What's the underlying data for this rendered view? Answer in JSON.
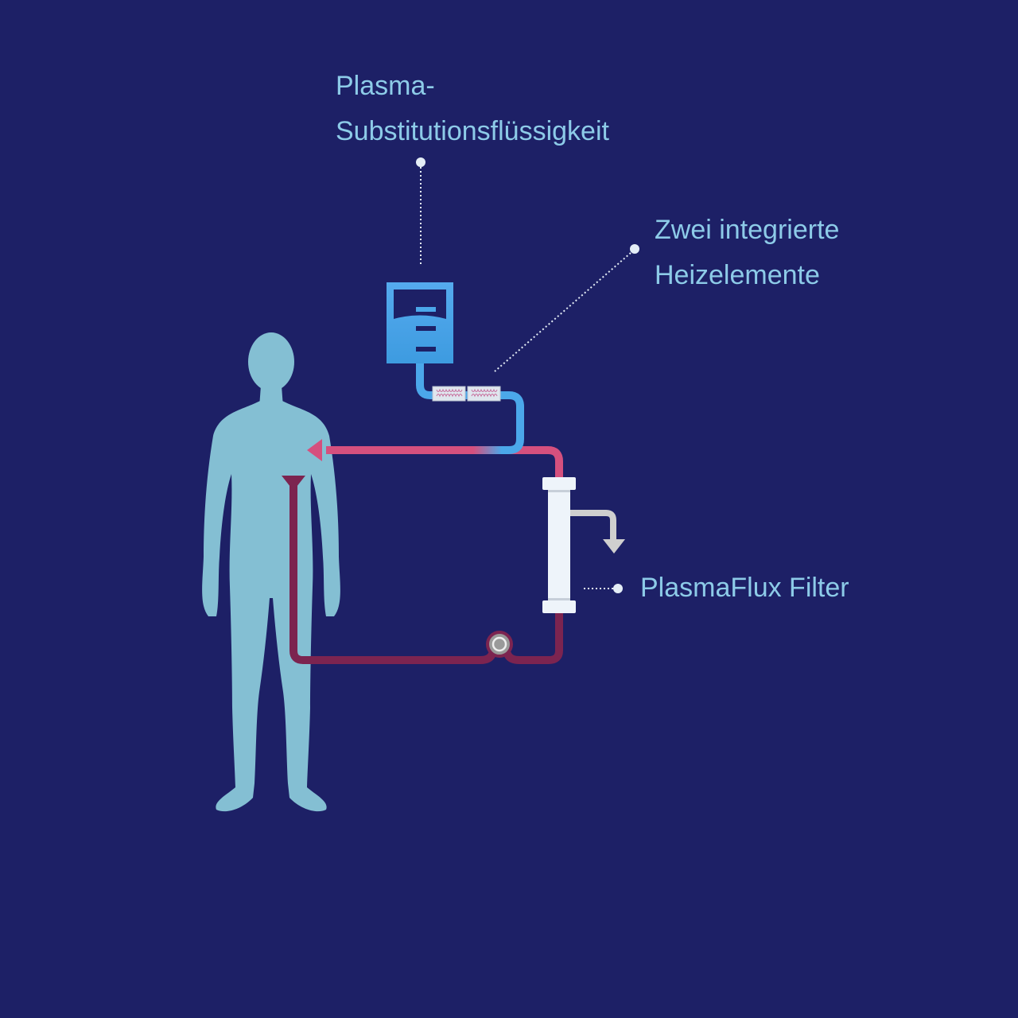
{
  "labels": {
    "plasma_line1": "Plasma-",
    "plasma_line2": "Substitutionsflüssigkeit",
    "heiz_line1": "Zwei integrierte",
    "heiz_line2": "Heizelemente",
    "filter": "PlasmaFlux Filter"
  },
  "colors": {
    "background": "#1d2066",
    "label_text": "#8dcbe8",
    "body_silhouette": "#84bfd3",
    "bag": "#4ba7ea",
    "tube_substitution": "#4ba7ea",
    "tube_return": "#d5507e",
    "tube_venous": "#7c2450",
    "filter": "#eef4fa",
    "waste_arrow": "#cfcfcf"
  }
}
